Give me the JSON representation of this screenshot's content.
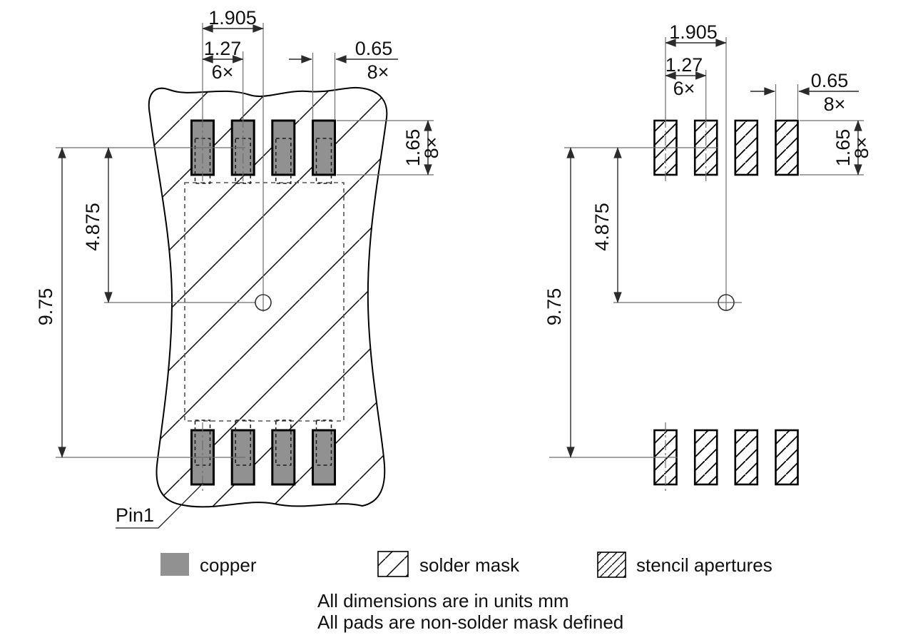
{
  "board_view": {
    "dim_first_to_center": "1.905",
    "dim_pitch": "1.27",
    "dim_pitch_count": "6×",
    "dim_pad_width": "0.65",
    "dim_pad_width_count": "8×",
    "dim_pad_height": "1.65",
    "dim_pad_height_count": "8×",
    "dim_row_span": "9.75",
    "dim_half_span": "4.875",
    "pin1_label": "Pin1"
  },
  "stencil_view": {
    "dim_first_to_center": "1.905",
    "dim_pitch": "1.27",
    "dim_pitch_count": "6×",
    "dim_pad_width": "0.65",
    "dim_pad_width_count": "8×",
    "dim_pad_height": "1.65",
    "dim_pad_height_count": "8×",
    "dim_row_span": "9.75",
    "dim_half_span": "4.875"
  },
  "legend": {
    "copper_label": "copper",
    "solder_mask_label": "solder mask",
    "stencil_label": "stencil apertures"
  },
  "notes": {
    "line1": "All dimensions are in units mm",
    "line2": "All pads are non-solder mask defined"
  },
  "colors": {
    "copper_fill": "#919191",
    "object_line": "#000000",
    "dim_line": "#2b2b2b",
    "aux_line": "#6e6e6e"
  }
}
